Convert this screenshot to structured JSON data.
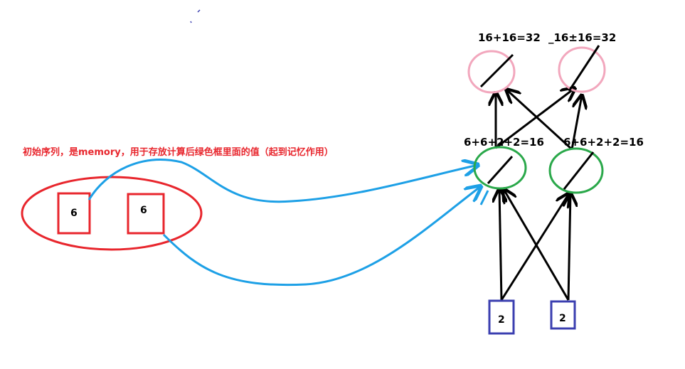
{
  "annotation": {
    "text": "初始序列，是memory，用于存放计算后绿色框里面的值（起到记忆作用）",
    "color": "#e8262d"
  },
  "memory": {
    "cells": [
      "6",
      "6"
    ],
    "ellipse_color": "#e8262d",
    "cell_color": "#e8262d"
  },
  "bottom_nodes": {
    "values": [
      "2",
      "2"
    ],
    "color": "#3b3fb0"
  },
  "green_nodes": {
    "labels": [
      "6+6+2+2=16",
      "6+6+2+2=16"
    ],
    "color": "#2aa84a"
  },
  "pink_nodes": {
    "labels": [
      "16+16=32",
      "_16±16=32"
    ],
    "color": "#f2a7bd"
  },
  "colors": {
    "arrow_blue": "#1da0e6",
    "edge_black": "#000000"
  }
}
